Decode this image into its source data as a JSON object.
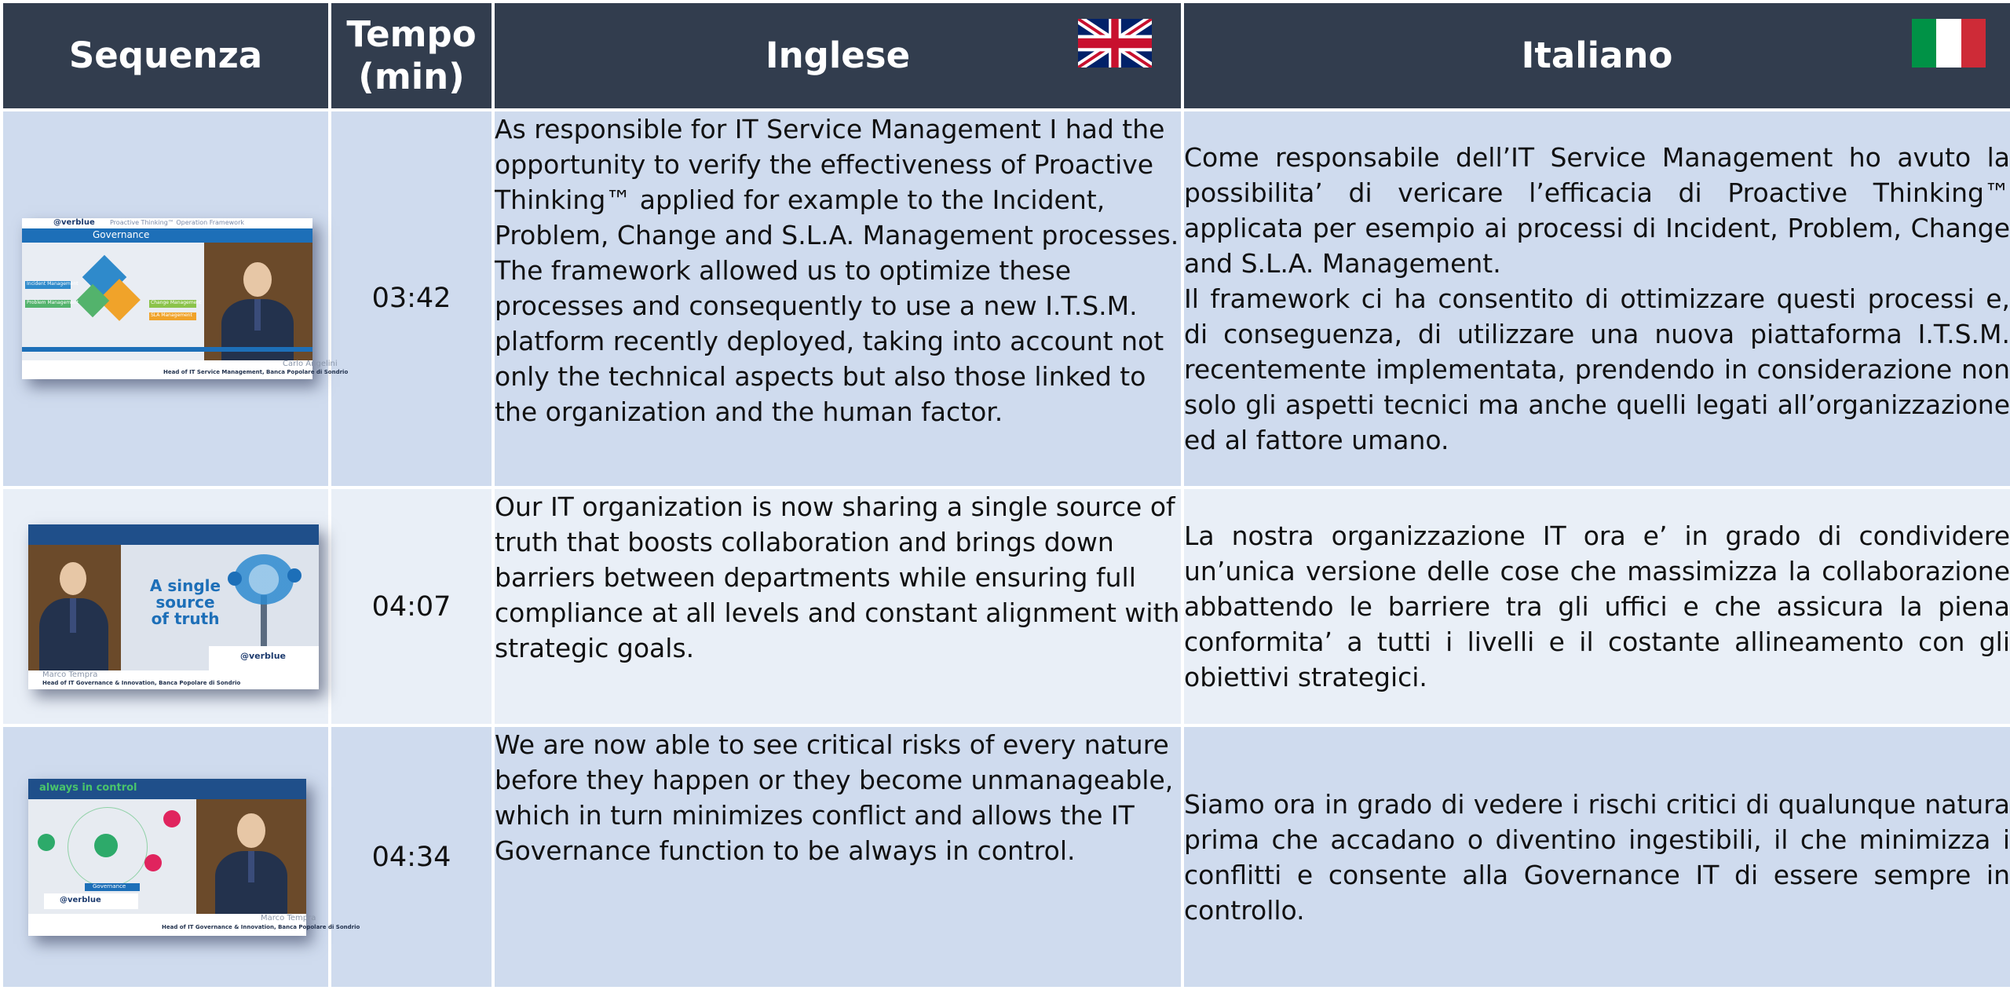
{
  "headers": {
    "sequence": "Sequenza",
    "time_line1": "Tempo",
    "time_line2": "(min)",
    "english": "Inglese",
    "italian": "Italiano"
  },
  "flags": {
    "uk": "uk-flag-icon",
    "it": "italy-flag-icon",
    "it_colors": [
      "#009246",
      "#ffffff",
      "#ce2b37"
    ]
  },
  "colors": {
    "header_bg": "#323d4e",
    "row_odd": "#cfdbee",
    "row_even": "#e9eff7",
    "brand_blue": "#1d6fb8"
  },
  "rows": [
    {
      "time": "03:42",
      "thumb": {
        "brand": "@verblue",
        "bar_text": "Proactive Thinking™ Operation Framework",
        "title": "Governance",
        "labels": [
          "Incident Management",
          "Problem Management",
          "Change Management",
          "SLA Management"
        ],
        "speaker": "Carlo Angelini",
        "role": "Head of IT Service Management, Banca Popolare di Sondrio"
      },
      "en": [
        "As responsible for IT Service Management I had the opportunity to verify the effectiveness of Proactive Thinking™ applied for example to the Incident, Problem, Change and S.L.A. Management processes.",
        "The framework allowed us to optimize these processes and consequently to use a new I.T.S.M. platform recently deployed, taking into account not only the technical aspects but also those linked to the organization and the human factor."
      ],
      "it": [
        "Come responsabile dell’IT Service Management ho avuto la possibilita’ di vericare l’efficacia di Proactive Thinking™ applicata per esempio ai processi di Incident, Problem, Change and S.L.A. Management.",
        "Il framework ci ha consentito di ottimizzare questi processi e, di conseguenza, di utilizzare una nuova piattaforma I.T.S.M. recentemente implementata, prendendo in considerazione non solo gli aspetti tecnici ma anche quelli legati all’organizzazione ed al fattore umano."
      ]
    },
    {
      "time": "04:07",
      "thumb": {
        "headline": "A single source of truth",
        "brand": "@verblue",
        "speaker": "Marco Tempra",
        "role": "Head of IT Governance & Innovation, Banca Popolare di Sondrio"
      },
      "en": [
        "Our IT organization is now sharing a single source of truth that boosts collaboration and brings down barriers between departments while ensuring full compliance at all levels and constant alignment with strategic goals."
      ],
      "it": [
        "La nostra organizzazione IT ora e’ in grado di condividere un’unica versione delle cose che massimizza la collaborazione abbattendo le barriere tra gli uffici e che assicura la piena conformita’ a tutti i livelli e il costante allineamento con gli obiettivi strategici."
      ]
    },
    {
      "time": "04:34",
      "thumb": {
        "headline": "always in control",
        "center_label": "Governance",
        "brand": "@verblue",
        "speaker": "Marco Tempra",
        "role": "Head of IT Governance & Innovation, Banca Popolare di Sondrio"
      },
      "en": [
        "We are now able to see critical risks of every nature before they happen or they become unmanageable, which in turn minimizes conflict and allows the IT Governance function to be always in control."
      ],
      "it": [
        "Siamo ora in grado di vedere i rischi critici di qualunque natura prima che accadano o diventino ingestibili, il che minimizza i conflitti e consente alla Governance IT di essere sempre in controllo."
      ]
    }
  ]
}
